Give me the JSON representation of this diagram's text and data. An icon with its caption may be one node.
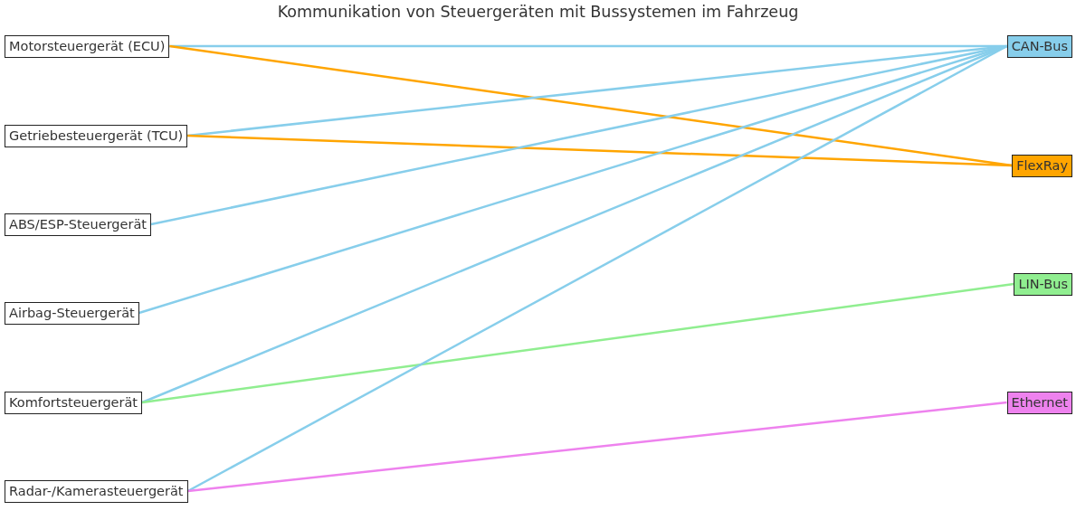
{
  "diagram": {
    "title": "Kommunikation von Steuergeräten mit Bussystemen im Fahrzeug",
    "nodes": [
      {
        "text": [
          "Motorsteuergerät (ECU)"
        ]
      },
      {
        "text": [
          "Getriebesteuergerät (TCU)"
        ]
      },
      {
        "text": [
          "ABS/ESP-Steuergerät"
        ]
      },
      {
        "text": [
          "Airbag-Steuergerät"
        ]
      },
      {
        "text": [
          "Komfortsteuergerät"
        ]
      },
      {
        "text": [
          "Radar-/Kamerasteuergerät"
        ]
      },
      {
        "text": [
          "CAN-Bus"
        ]
      },
      {
        "text": [
          "FlexRay"
        ]
      },
      {
        "text": [
          "LIN-Bus"
        ]
      },
      {
        "text": [
          "Ethernet"
        ]
      }
    ],
    "edges": [
      {
        "from": 0,
        "to": 6,
        "arrow": "none"
      },
      {
        "from": 0,
        "to": 7,
        "arrow": "none",
        "color": "#ffa500"
      },
      {
        "from": 1,
        "to": 6,
        "arrow": "none"
      },
      {
        "from": 1,
        "to": 7,
        "arrow": "none",
        "color": "#ffa500"
      },
      {
        "from": 2,
        "to": 6,
        "arrow": "none"
      },
      {
        "from": 3,
        "to": 6,
        "arrow": "none"
      },
      {
        "from": 4,
        "to": 6,
        "arrow": "none"
      },
      {
        "from": 4,
        "to": 8,
        "arrow": "none",
        "color": "#90ee90"
      },
      {
        "from": 5,
        "to": 6,
        "arrow": "none"
      },
      {
        "from": 5,
        "to": 9,
        "arrow": "none",
        "color": "#ee82ee"
      }
    ]
  }
}
